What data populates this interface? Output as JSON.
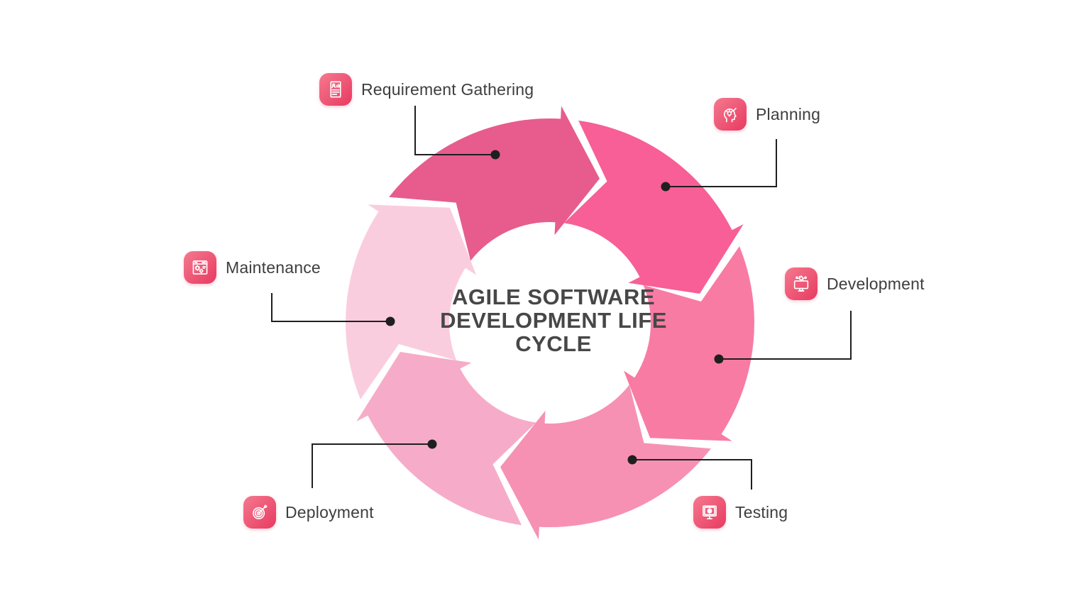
{
  "title": {
    "line1": "AGILE SOFTWARE",
    "line2": "DEVELOPMENT LIFE",
    "line3": "CYCLE"
  },
  "stages": [
    {
      "label": "Requirement Gathering",
      "color": "#E75C8D",
      "icon": "requirement-document-icon"
    },
    {
      "label": "Planning",
      "color": "#F75F96",
      "icon": "planning-idea-icon"
    },
    {
      "label": "Development",
      "color": "#F87BA4",
      "icon": "development-monitor-icon"
    },
    {
      "label": "Testing",
      "color": "#F691B4",
      "icon": "testing-monitor-icon"
    },
    {
      "label": "Deployment",
      "color": "#F6ACC8",
      "icon": "deployment-target-icon"
    },
    {
      "label": "Maintenance",
      "color": "#FACDDE",
      "icon": "maintenance-gears-icon"
    }
  ],
  "colors": {
    "background": "#FFFFFF",
    "connector": "#1F1F1F",
    "title_text": "#474747",
    "label_text": "#3E3E3E",
    "icon_gradient_start": "#F4798F",
    "icon_gradient_end": "#E83A61",
    "icon_glyph": "#FFFFFF"
  }
}
